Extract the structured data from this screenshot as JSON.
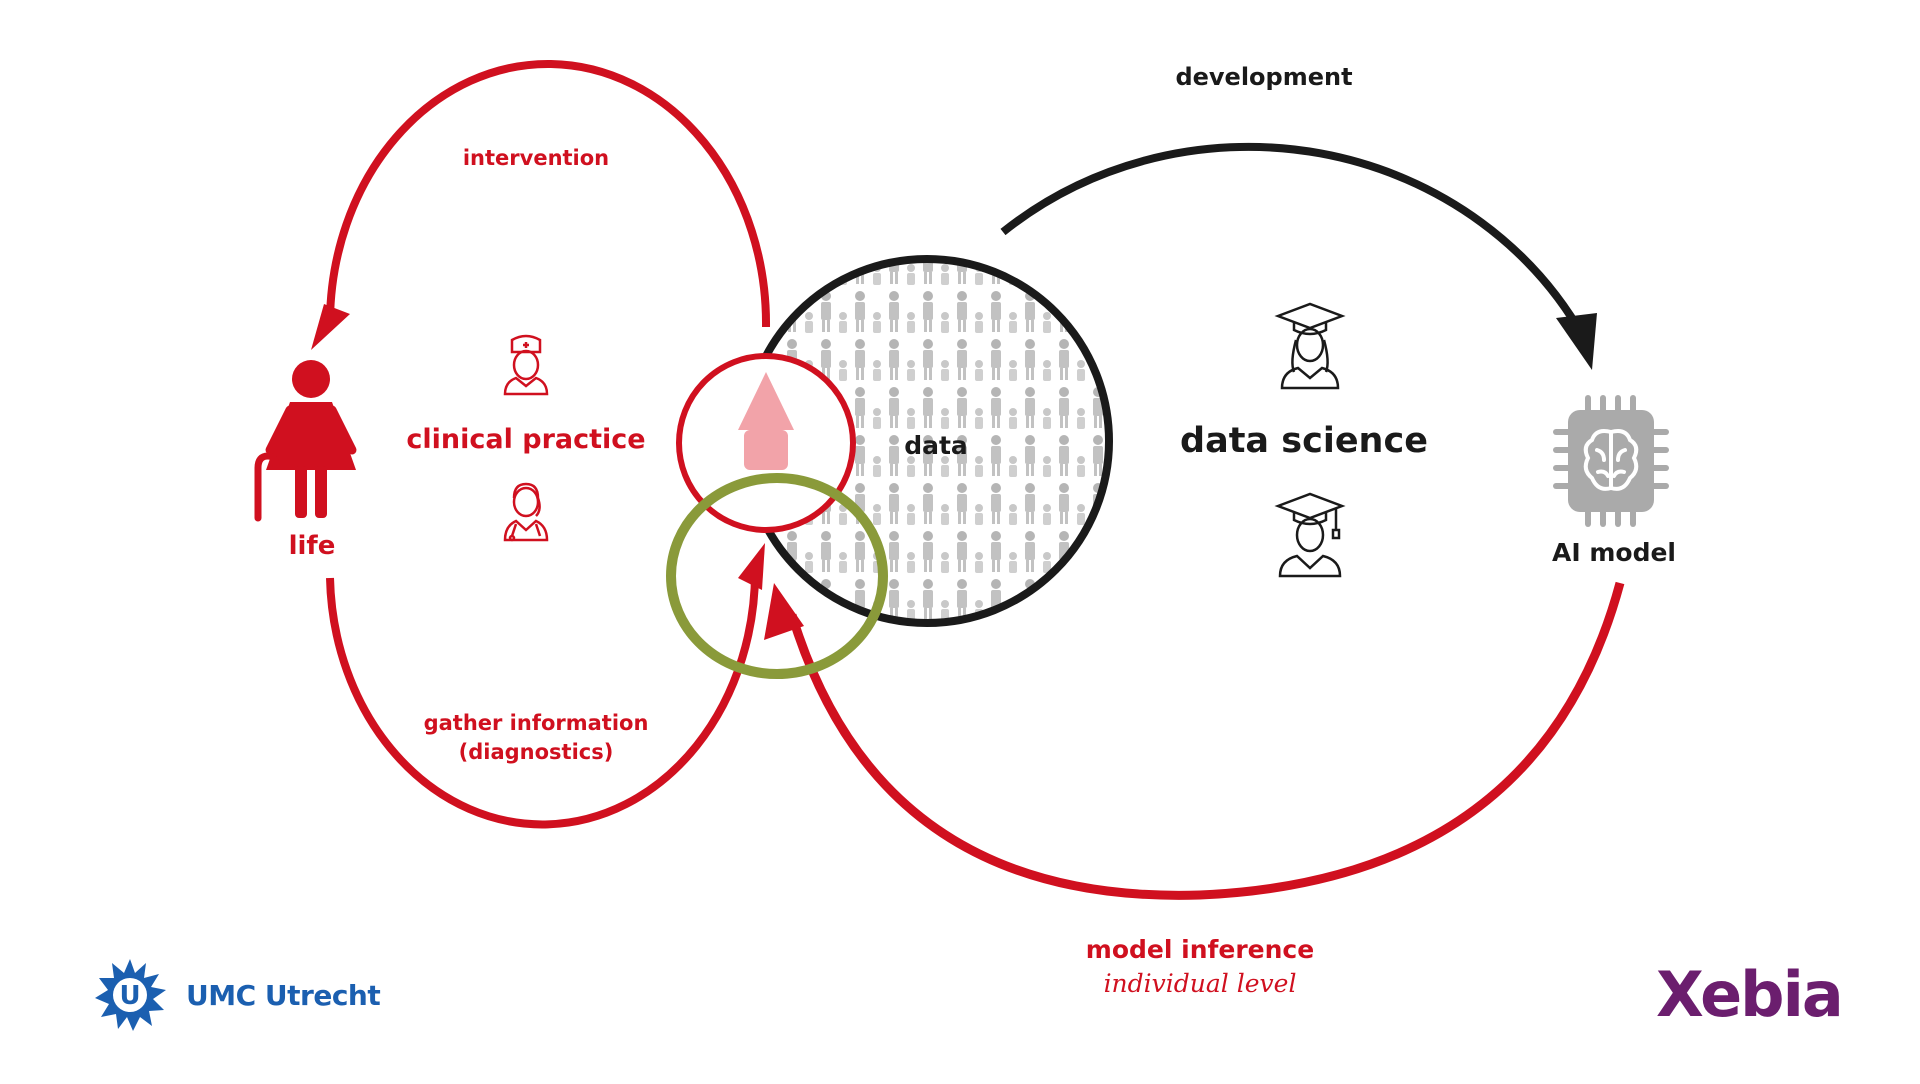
{
  "labels": {
    "development": "development",
    "intervention": "intervention",
    "clinical_practice": "clinical practice",
    "life": "life",
    "data": "data",
    "data_science": "data science",
    "ai_model": "AI model",
    "gather_information": "gather information",
    "diagnostics": "(diagnostics)",
    "model_inference": "model inference",
    "individual_level": "individual level"
  },
  "logos": {
    "umc": "UMC Utrecht",
    "xebia": "Xebia"
  },
  "icons": {
    "person": "elderly-woman-cane-icon",
    "nurse": "nurse-icon",
    "doctor": "doctor-icon",
    "graduate_female": "graduate-female-icon",
    "graduate_male": "graduate-male-icon",
    "ai_chip": "brain-chip-icon"
  },
  "colors": {
    "red": "#d0101f",
    "black": "#1a1a1a",
    "olive": "#8a9a3a",
    "gray": "#aaaaaa",
    "umc_blue": "#1b5fb0",
    "xebia_purple": "#6b1e6e"
  }
}
